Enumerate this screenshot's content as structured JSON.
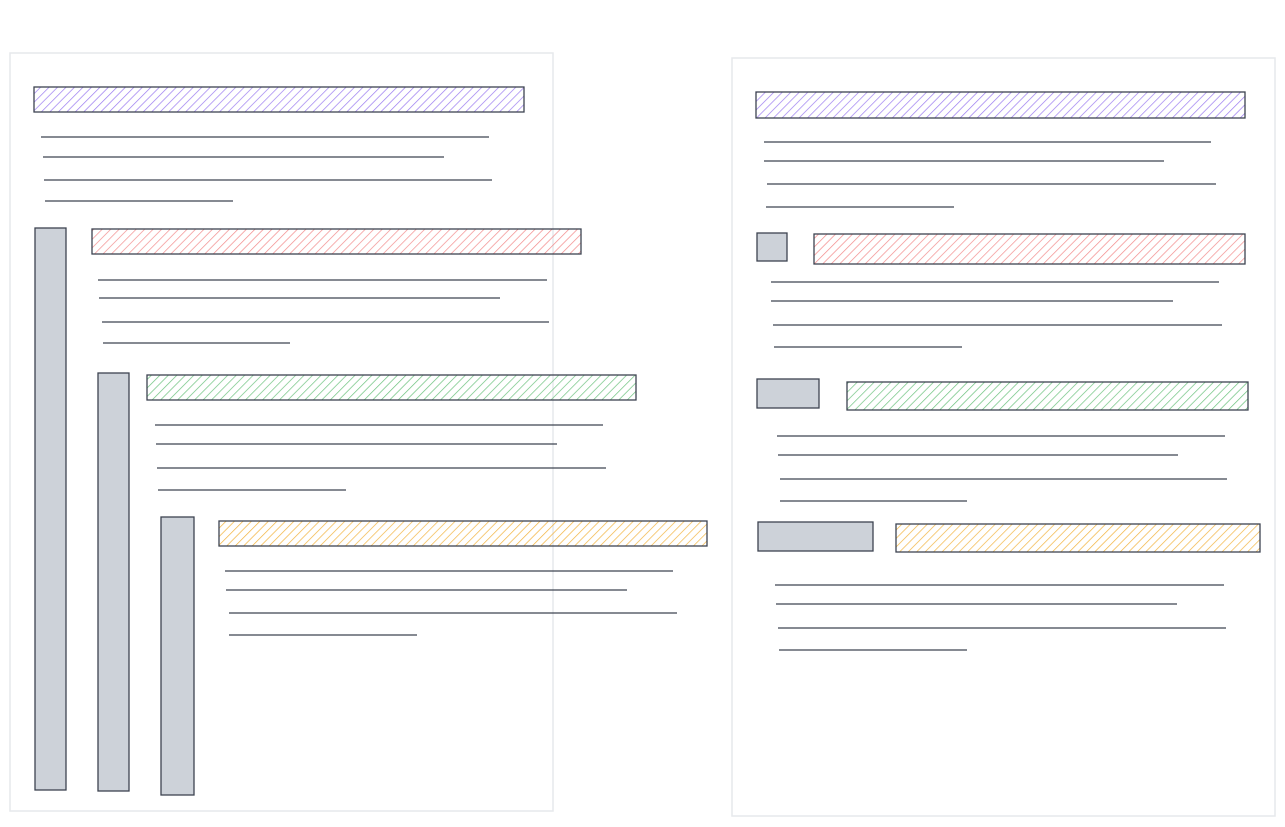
{
  "colors": {
    "stroke": "#3d4350",
    "panel_border": "#e6e8ec",
    "bar_fill": "#cdd2d9",
    "heading_purple": "#9b7cf0",
    "heading_red": "#f28c8c",
    "heading_green": "#6cc27e",
    "heading_yellow": "#f2b440"
  },
  "diagram": {
    "panels": [
      {
        "name": "left-panel-indented-levels",
        "sections": [
          {
            "level": 1,
            "heading_color": "heading_purple",
            "text_lines": 4
          },
          {
            "level": 2,
            "heading_color": "heading_red",
            "text_lines": 4
          },
          {
            "level": 3,
            "heading_color": "heading_green",
            "text_lines": 4
          },
          {
            "level": 4,
            "heading_color": "heading_yellow",
            "text_lines": 4
          }
        ]
      },
      {
        "name": "right-panel-level-markers",
        "sections": [
          {
            "level": 1,
            "heading_color": "heading_purple",
            "text_lines": 4
          },
          {
            "level": 2,
            "heading_color": "heading_red",
            "text_lines": 4
          },
          {
            "level": 3,
            "heading_color": "heading_green",
            "text_lines": 4
          },
          {
            "level": 4,
            "heading_color": "heading_yellow",
            "text_lines": 4
          }
        ]
      }
    ]
  }
}
